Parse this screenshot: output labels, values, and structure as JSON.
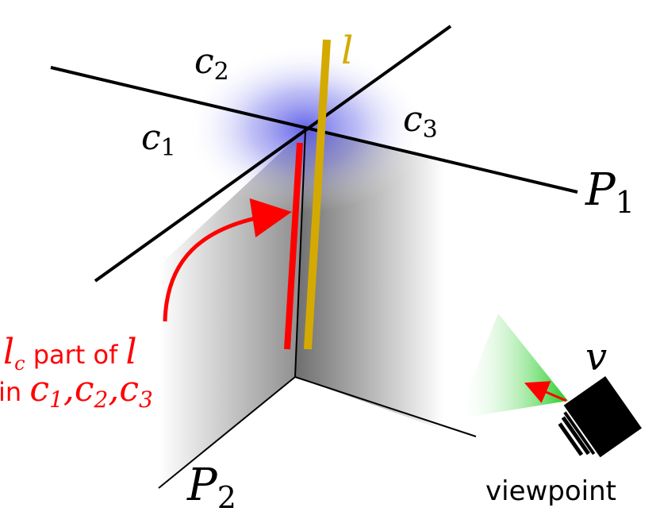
{
  "labels": {
    "c1": "c",
    "c1_sub": "1",
    "c2": "c",
    "c2_sub": "2",
    "c3": "c",
    "c3_sub": "3",
    "l": "l",
    "p1": "P",
    "p1_sub": "1",
    "p2": "P",
    "p2_sub": "2",
    "v": "v",
    "viewpoint": "viewpoint",
    "lc_main": "l",
    "lc_sub": "c",
    "lc_part_of": " part of ",
    "lc_l": "l",
    "in_word": "in ",
    "in_c1": "c",
    "in_c1_sub": "1",
    "in_c2": "c",
    "in_c2_sub": "2",
    "in_c3": "c",
    "in_c3_sub": "3",
    "comma": ","
  },
  "colors": {
    "segment_l": "#d4aa00",
    "segment_lc": "#ff0000",
    "cell_highlight": "#6a6ae0",
    "view_cone": "#1ec81e",
    "wall_shade": "#808080",
    "camera": "#000000"
  }
}
